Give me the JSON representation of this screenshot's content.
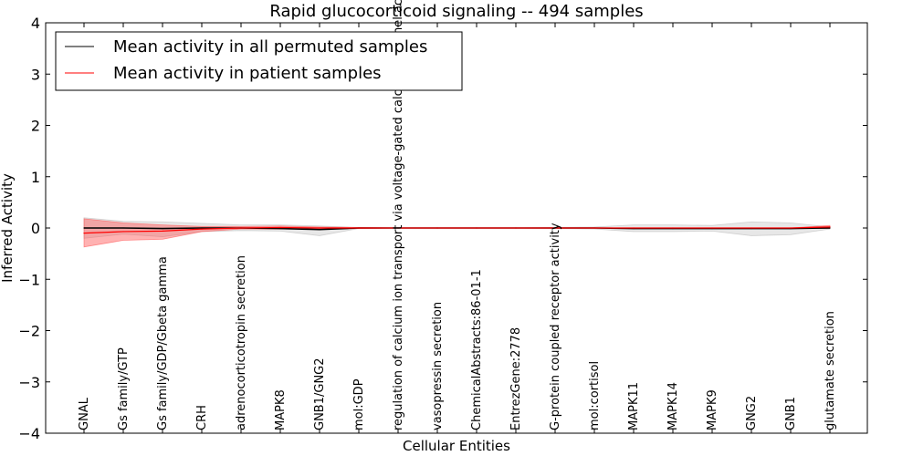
{
  "chart_data": {
    "type": "line",
    "title": "Rapid glucocorticoid signaling -- 494 samples",
    "xlabel": "Cellular Entities",
    "ylabel": "Inferred Activity",
    "ylim": [
      -4,
      4
    ],
    "yticks": [
      4,
      3,
      2,
      1,
      0,
      -1,
      -2,
      -3,
      -4
    ],
    "ytick_labels": [
      "4",
      "3",
      "2",
      "1",
      "0",
      "−1",
      "−2",
      "−3",
      "−4"
    ],
    "grid": false,
    "legend_position": "top-left",
    "categories": [
      "GNAL",
      "Gs family/GTP",
      "Gs family/GDP/Gbeta gamma",
      "CRH",
      "adrenocorticotropin secretion",
      "MAPK8",
      "GNB1/GNG2",
      "mol:GDP",
      "regulation of calcium ion transport via voltage-gated calcium channel activity",
      "vasopressin secretion",
      "ChemicalAbstracts:86-01-1",
      "EntrezGene:2778",
      "G-protein coupled receptor activity",
      "mol:cortisol",
      "MAPK11",
      "MAPK14",
      "MAPK9",
      "GNG2",
      "GNB1",
      "glutamate secretion"
    ],
    "series": [
      {
        "name": "Mean activity in all permuted samples",
        "color": "#000000",
        "band_color": "#bbbbbb",
        "values": [
          0.0,
          0.0,
          -0.01,
          0.0,
          0.0,
          -0.01,
          -0.03,
          0.0,
          0.0,
          0.0,
          0.0,
          0.0,
          0.0,
          0.0,
          -0.01,
          -0.01,
          -0.01,
          -0.01,
          -0.01,
          0.0
        ],
        "lower": [
          -0.2,
          -0.12,
          -0.17,
          -0.07,
          -0.05,
          -0.06,
          -0.15,
          -0.01,
          0.0,
          0.0,
          0.0,
          0.0,
          -0.01,
          -0.02,
          -0.07,
          -0.07,
          -0.06,
          -0.15,
          -0.13,
          -0.02
        ],
        "upper": [
          0.2,
          0.13,
          0.12,
          0.09,
          0.06,
          0.06,
          0.04,
          0.01,
          0.0,
          0.0,
          0.0,
          0.0,
          0.01,
          0.02,
          0.06,
          0.06,
          0.05,
          0.12,
          0.1,
          0.02
        ]
      },
      {
        "name": "Mean activity in patient samples",
        "color": "#ff0000",
        "band_color": "#ff5555",
        "values": [
          -0.1,
          -0.07,
          -0.06,
          -0.02,
          0.0,
          0.01,
          0.0,
          0.0,
          0.0,
          0.0,
          0.0,
          0.0,
          0.0,
          0.0,
          0.0,
          0.0,
          0.0,
          0.0,
          0.0,
          0.02
        ],
        "lower": [
          -0.37,
          -0.24,
          -0.22,
          -0.07,
          -0.02,
          -0.02,
          -0.02,
          -0.01,
          0.0,
          0.0,
          0.0,
          0.0,
          0.0,
          0.0,
          0.0,
          0.0,
          0.0,
          0.0,
          0.0,
          -0.01
        ],
        "upper": [
          0.18,
          0.1,
          0.06,
          0.03,
          0.03,
          0.04,
          0.02,
          0.01,
          0.0,
          0.0,
          0.0,
          0.0,
          0.0,
          0.0,
          0.0,
          0.0,
          0.0,
          0.0,
          0.0,
          0.05
        ]
      }
    ]
  }
}
